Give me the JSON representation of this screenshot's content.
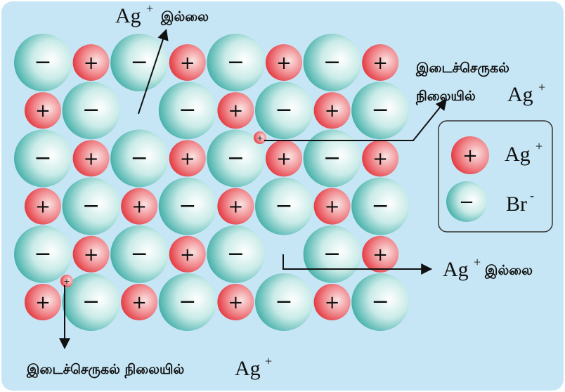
{
  "colors": {
    "background": "#c6e6f5",
    "cation_light": "#f7c8c8",
    "cation_dark": "#e5232b",
    "anion_light": "#ffffff",
    "anion_dark": "#23a39c",
    "arrow": "#111111"
  },
  "symbols": {
    "cation_sign": "+",
    "anion_sign": "−"
  },
  "labels": {
    "vacancy_top": {
      "ion": "Ag",
      "charge": "+",
      "text": "இல்லை"
    },
    "interstitial_right": {
      "line1": "இடைச்செருகல்",
      "line2": "நிலையில்",
      "ion": "Ag",
      "charge": "+"
    },
    "vacancy_right": {
      "ion": "Ag",
      "charge": "+",
      "text": "இல்லை"
    },
    "interstitial_bottom": {
      "text": "இடைச்செருகல் நிலையில்",
      "ion": "Ag",
      "charge": "+"
    }
  },
  "legend": {
    "cation": {
      "sign": "+",
      "ion": "Ag",
      "charge": "+"
    },
    "anion": {
      "sign": "−",
      "ion": "Br",
      "charge": "-"
    }
  },
  "lattice": {
    "rows": [
      "AC",
      "CA",
      "AC",
      "CA",
      "AC",
      "CA"
    ],
    "row_patterns": [
      [
        "A",
        "C",
        "A",
        "C",
        "A",
        "C",
        "A",
        "C"
      ],
      [
        "C",
        "A",
        "_",
        "A",
        "C",
        "A",
        "C",
        "A"
      ],
      [
        "A",
        "C",
        "A",
        "C",
        "A",
        "C",
        "A",
        "C"
      ],
      [
        "C",
        "A",
        "C",
        "A",
        "C",
        "A",
        "C",
        "A"
      ],
      [
        "A",
        "C",
        "A",
        "C",
        "A",
        "_",
        "A",
        "C"
      ],
      [
        "C",
        "A",
        "C",
        "A",
        "C",
        "A",
        "C",
        "A"
      ]
    ]
  }
}
